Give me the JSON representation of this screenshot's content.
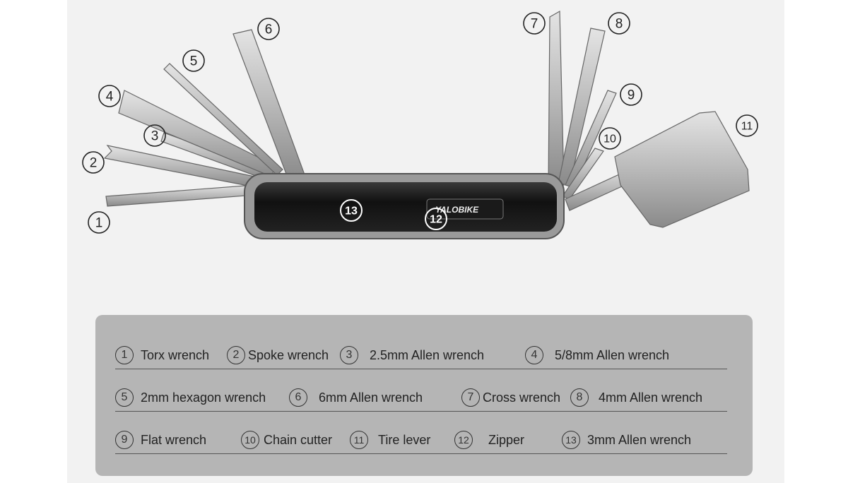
{
  "tool_labels": {
    "n1": "1",
    "n2": "2",
    "n3": "3",
    "n4": "4",
    "n5": "5",
    "n6": "6",
    "n7": "7",
    "n8": "8",
    "n9": "9",
    "n10": "10",
    "n11": "11",
    "n12": "12",
    "n13": "13"
  },
  "brand": "YALOBIKE",
  "legend": {
    "rows": [
      [
        {
          "num": "1",
          "label": "Torx wrench"
        },
        {
          "num": "2",
          "label": "Spoke wrench"
        },
        {
          "num": "3",
          "label": "2.5mm Allen wrench"
        },
        {
          "num": "4",
          "label": "5/8mm Allen wrench"
        }
      ],
      [
        {
          "num": "5",
          "label": "2mm hexagon wrench"
        },
        {
          "num": "6",
          "label": "6mm Allen wrench"
        },
        {
          "num": "7",
          "label": "Cross wrench"
        },
        {
          "num": "8",
          "label": "4mm Allen wrench"
        }
      ],
      [
        {
          "num": "9",
          "label": "Flat wrench"
        },
        {
          "num": "10",
          "label": "Chain cutter"
        },
        {
          "num": "11",
          "label": "Tire lever"
        },
        {
          "num": "12",
          "label": "Zipper"
        },
        {
          "num": "13",
          "label": "3mm Allen wrench"
        }
      ]
    ]
  }
}
